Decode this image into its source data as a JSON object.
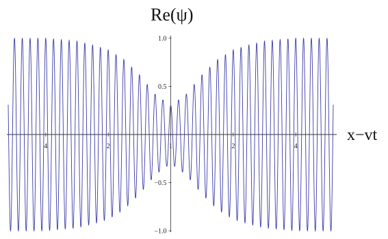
{
  "chart_data": {
    "type": "line",
    "title": "",
    "xlabel": "x−vt",
    "ylabel": "Re(ψ)",
    "xlim": [
      -5.2,
      5.2
    ],
    "ylim": [
      -1.0,
      1.0
    ],
    "grid": false,
    "x_ticks": [
      {
        "value": -4,
        "label": "4"
      },
      {
        "value": -2,
        "label": "2"
      },
      {
        "value": 0,
        "label": "1"
      },
      {
        "value": 2,
        "label": "2"
      },
      {
        "value": 4,
        "label": "4"
      }
    ],
    "y_ticks": [
      {
        "value": 1.0,
        "label": "1.0"
      },
      {
        "value": 0.5,
        "label": "0.5"
      },
      {
        "value": -0.5,
        "label": "−0.5"
      },
      {
        "value": -1.0,
        "label": "−1.0"
      }
    ],
    "series": [
      {
        "color": "#3a3aa8",
        "cycles_per_unit": 4.0,
        "envelope": {
          "x": [
            -5.2,
            -4.0,
            -3.0,
            -2.5,
            -2.0,
            -1.5,
            -1.0,
            -0.5,
            0.0,
            0.5,
            1.0,
            1.5,
            2.0,
            2.5,
            3.0,
            4.0,
            5.2
          ],
          "y": [
            1.0,
            1.0,
            0.97,
            0.93,
            0.88,
            0.78,
            0.62,
            0.42,
            0.3,
            0.42,
            0.62,
            0.78,
            0.88,
            0.93,
            0.97,
            1.0,
            1.0
          ]
        }
      }
    ]
  }
}
